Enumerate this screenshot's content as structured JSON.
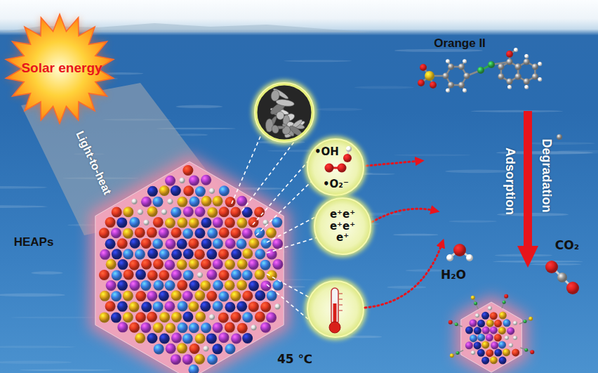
{
  "diagram": {
    "nodes": [
      {
        "text": [
          "•OH",
          "•O₂⁻"
        ]
      },
      {
        "text": [
          "e⁺e⁺",
          "e⁺e⁺",
          "e⁺"
        ]
      }
    ],
    "labels": [
      "Solar energy",
      "Light-to-heat",
      "HEAPs",
      "45 ℃",
      "Orange II",
      "Adsorption",
      "Degradation",
      "H₂O",
      "CO₂"
    ]
  }
}
